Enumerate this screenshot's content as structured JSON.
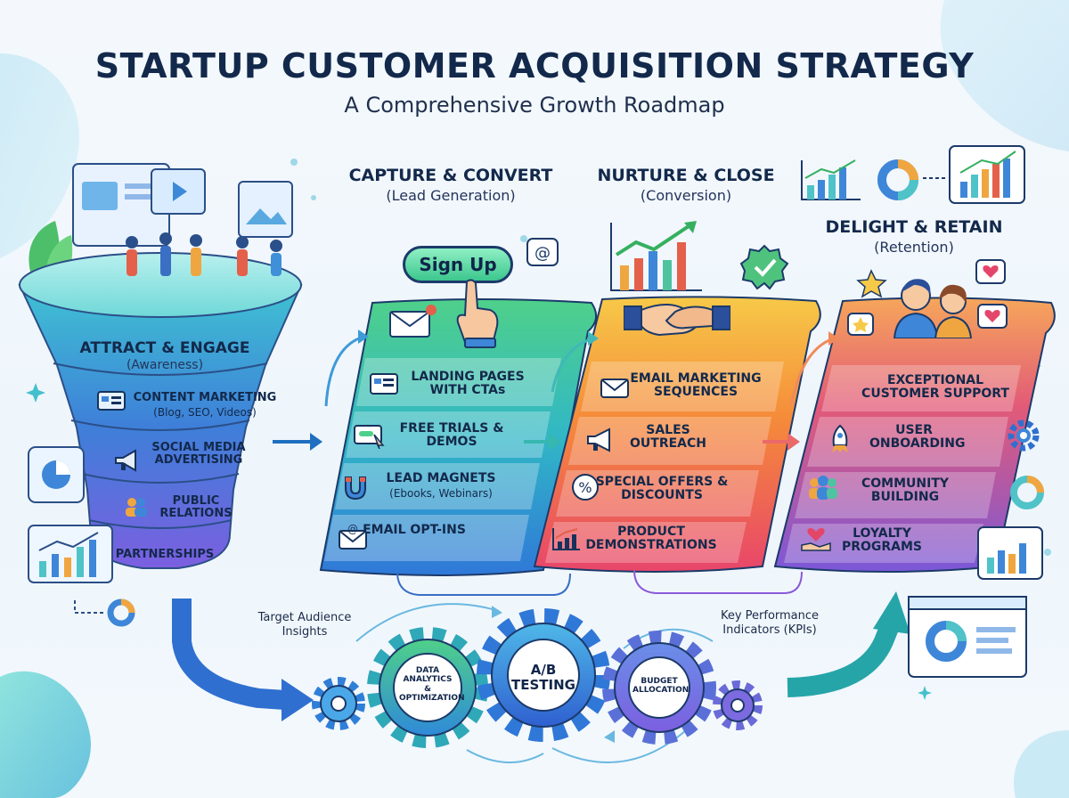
{
  "header": {
    "title": "STARTUP CUSTOMER ACQUISITION STRATEGY",
    "subtitle": "A Comprehensive Growth Roadmap"
  },
  "funnel": {
    "heading": "ATTRACT & ENGAGE",
    "subheading": "(Awareness)",
    "items": [
      {
        "title": "CONTENT MARKETING",
        "detail": "(Blog, SEO, Videos)",
        "icon": "content-icon"
      },
      {
        "title": "SOCIAL MEDIA ADVERTISING",
        "detail": "",
        "icon": "megaphone-icon"
      },
      {
        "title": "PUBLIC RELATIONS",
        "detail": "",
        "icon": "people-icon"
      },
      {
        "title": "PARTNERSHIPS",
        "detail": "",
        "icon": ""
      }
    ]
  },
  "stages": [
    {
      "heading": "CAPTURE & CONVERT",
      "subheading": "(Lead Generation)",
      "items": [
        {
          "title": "LANDING PAGES WITH CTAs",
          "detail": ""
        },
        {
          "title": "FREE TRIALS & DEMOS",
          "detail": ""
        },
        {
          "title": "LEAD MAGNETS",
          "detail": "(Ebooks, Webinars)"
        },
        {
          "title": "EMAIL OPT-INS",
          "detail": ""
        }
      ]
    },
    {
      "heading": "NURTURE & CLOSE",
      "subheading": "(Conversion)",
      "items": [
        {
          "title": "EMAIL MARKETING SEQUENCES",
          "detail": ""
        },
        {
          "title": "SALES OUTREACH",
          "detail": ""
        },
        {
          "title": "SPECIAL OFFERS & DISCOUNTS",
          "detail": ""
        },
        {
          "title": "PRODUCT DEMONSTRATIONS",
          "detail": ""
        }
      ]
    },
    {
      "heading": "DELIGHT & RETAIN",
      "subheading": "(Retention)",
      "items": [
        {
          "title": "EXCEPTIONAL CUSTOMER SUPPORT",
          "detail": ""
        },
        {
          "title": "USER ONBOARDING",
          "detail": ""
        },
        {
          "title": "COMMUNITY BUILDING",
          "detail": ""
        },
        {
          "title": "LOYALTY PROGRAMS",
          "detail": ""
        }
      ]
    }
  ],
  "signup_button": "Sign Up",
  "gears": [
    {
      "label": "DATA ANALYTICS & OPTIMIZATION"
    },
    {
      "label": "A/B TESTING"
    },
    {
      "label": "BUDGET ALLOCATION"
    }
  ],
  "annotations": {
    "left": "Target Audience Insights",
    "right": "Key Performance Indicators (KPIs)"
  },
  "colors": {
    "title": "#13294b",
    "funnel_top": "#3fc3d2",
    "funnel_bottom": "#7c5fe0",
    "capture_start": "#4fd08a",
    "capture_end": "#2f78d8",
    "nurture_start": "#f7c948",
    "nurture_end": "#e8466a",
    "retain_start": "#f6a65a",
    "retain_end": "#7b58d8"
  }
}
